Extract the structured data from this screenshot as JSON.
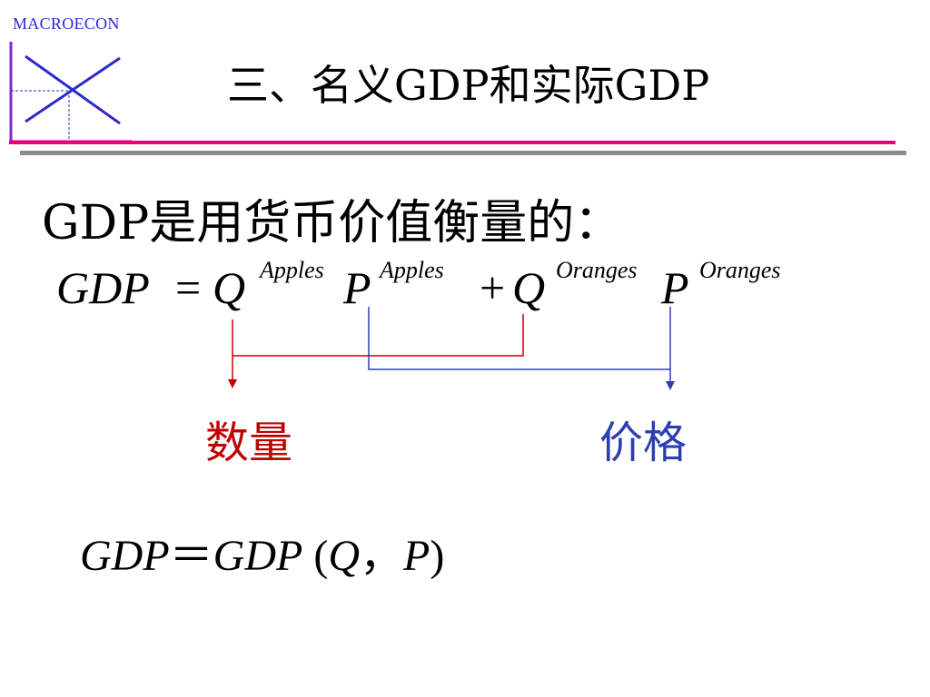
{
  "logo": {
    "text": "MACROECON"
  },
  "title": "三、名义GDP和实际GDP",
  "heading": "GDP是用货币价值衡量的：",
  "formula": {
    "lhs": "GDP",
    "eq": "=",
    "q1": "Q",
    "q1_sup": "Apples",
    "p1": "P",
    "p1_sup": "Apples",
    "plus": "+",
    "q2": "Q",
    "q2_sup": "Oranges",
    "p2": "P",
    "p2_sup": "Oranges"
  },
  "labels": {
    "quantity": "数量",
    "price": "价格"
  },
  "formula2": {
    "lhs": "GDP",
    "eq": "＝",
    "fn": "GDP",
    "open": " (",
    "q": "Q",
    "sep": "，",
    "p": "P",
    "close": ")"
  },
  "colors": {
    "accent_pink": "#e6007e",
    "rule_gray": "#8c8c8c",
    "logo_blue": "#2a2ad0",
    "logo_violet": "#7b2bd0",
    "quantity_red": "#c00000",
    "price_blue": "#2d3fb0"
  }
}
